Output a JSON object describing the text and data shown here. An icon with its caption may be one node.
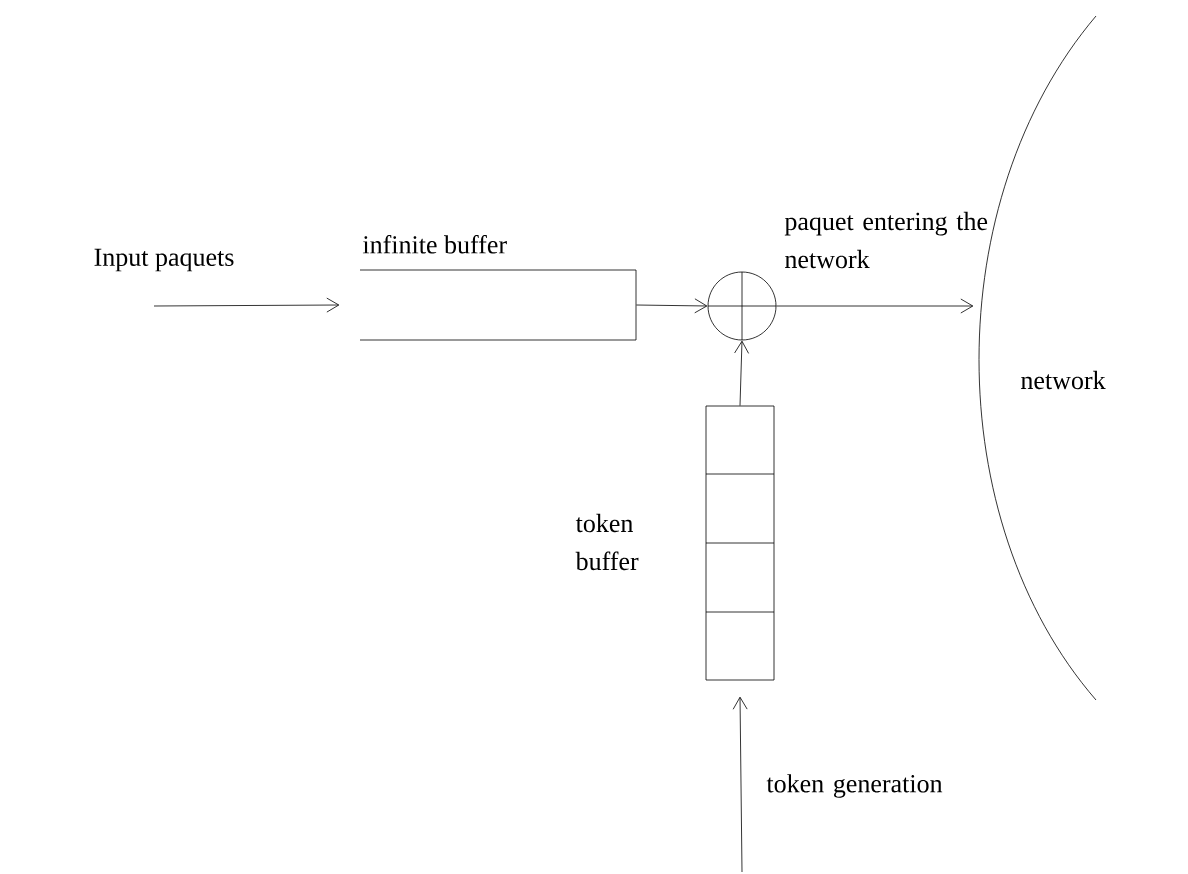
{
  "diagram": {
    "nodes": [
      {
        "text": [
          "infinite buffer"
        ]
      },
      {
        "text": [],
        "shape": "circle"
      },
      {
        "text": [
          "token buffer"
        ]
      },
      {
        "text": [
          "network"
        ]
      }
    ],
    "edges": [
      {
        "from": null,
        "to": 0,
        "arrow": "to",
        "label": "Input paquets"
      },
      {
        "from": 0,
        "to": 1,
        "arrow": "to"
      },
      {
        "from": 2,
        "to": 1,
        "arrow": "to"
      },
      {
        "from": 1,
        "to": 3,
        "arrow": "to",
        "label": "paquet entering the network"
      },
      {
        "from": null,
        "to": 2,
        "arrow": "to",
        "label": "token generation"
      }
    ]
  }
}
